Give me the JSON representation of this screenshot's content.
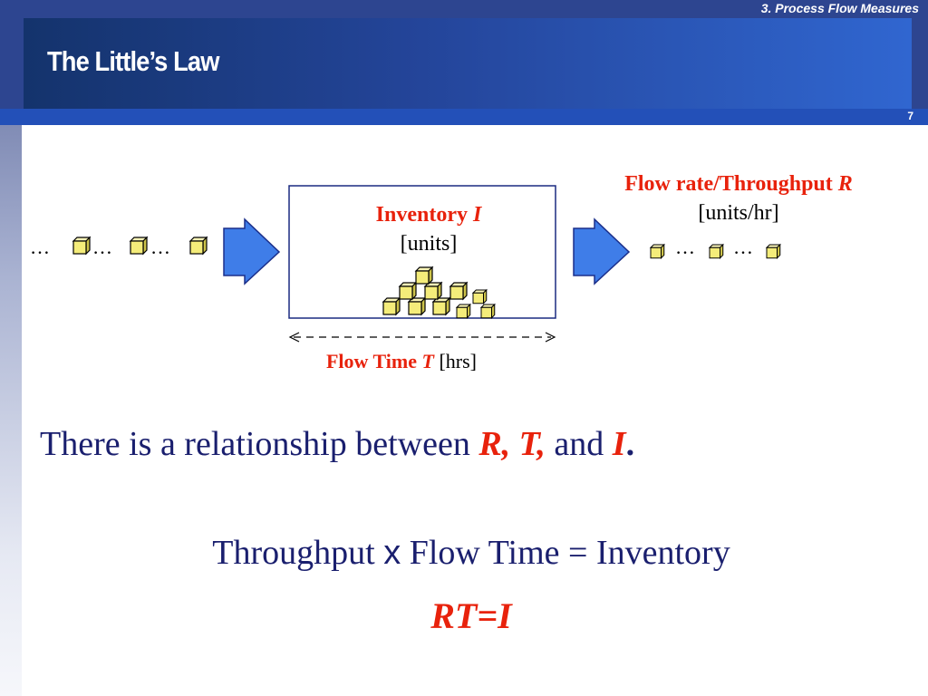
{
  "header": {
    "section_label": "3. Process Flow Measures",
    "title": "The Little’s Law",
    "page_number": "7"
  },
  "diagram": {
    "inventory_label": "Inventory",
    "inventory_symbol": "I",
    "inventory_units": "[units]",
    "flow_rate_label": "Flow rate/Throughput",
    "flow_rate_symbol": "R",
    "flow_rate_units": "[units/hr]",
    "flow_time_label": "Flow Time",
    "flow_time_symbol": "T",
    "flow_time_units": "[hrs]",
    "ellipsis": "…"
  },
  "body": {
    "relation_text": "There is a relationship between",
    "relation_symbols_1": "R, T,",
    "relation_and": "and",
    "relation_symbol_2": "I",
    "relation_period": ".",
    "formula_left": "Throughput",
    "formula_times": "x",
    "formula_right": "Flow Time = Inventory",
    "formula_short": "RT=I"
  },
  "colors": {
    "header_blue": "#2d4590",
    "accent_red": "#e8220c",
    "text_navy": "#1a1f6e",
    "arrow_blue": "#3f7de8",
    "cube_yellow": "#f4ec7a"
  }
}
